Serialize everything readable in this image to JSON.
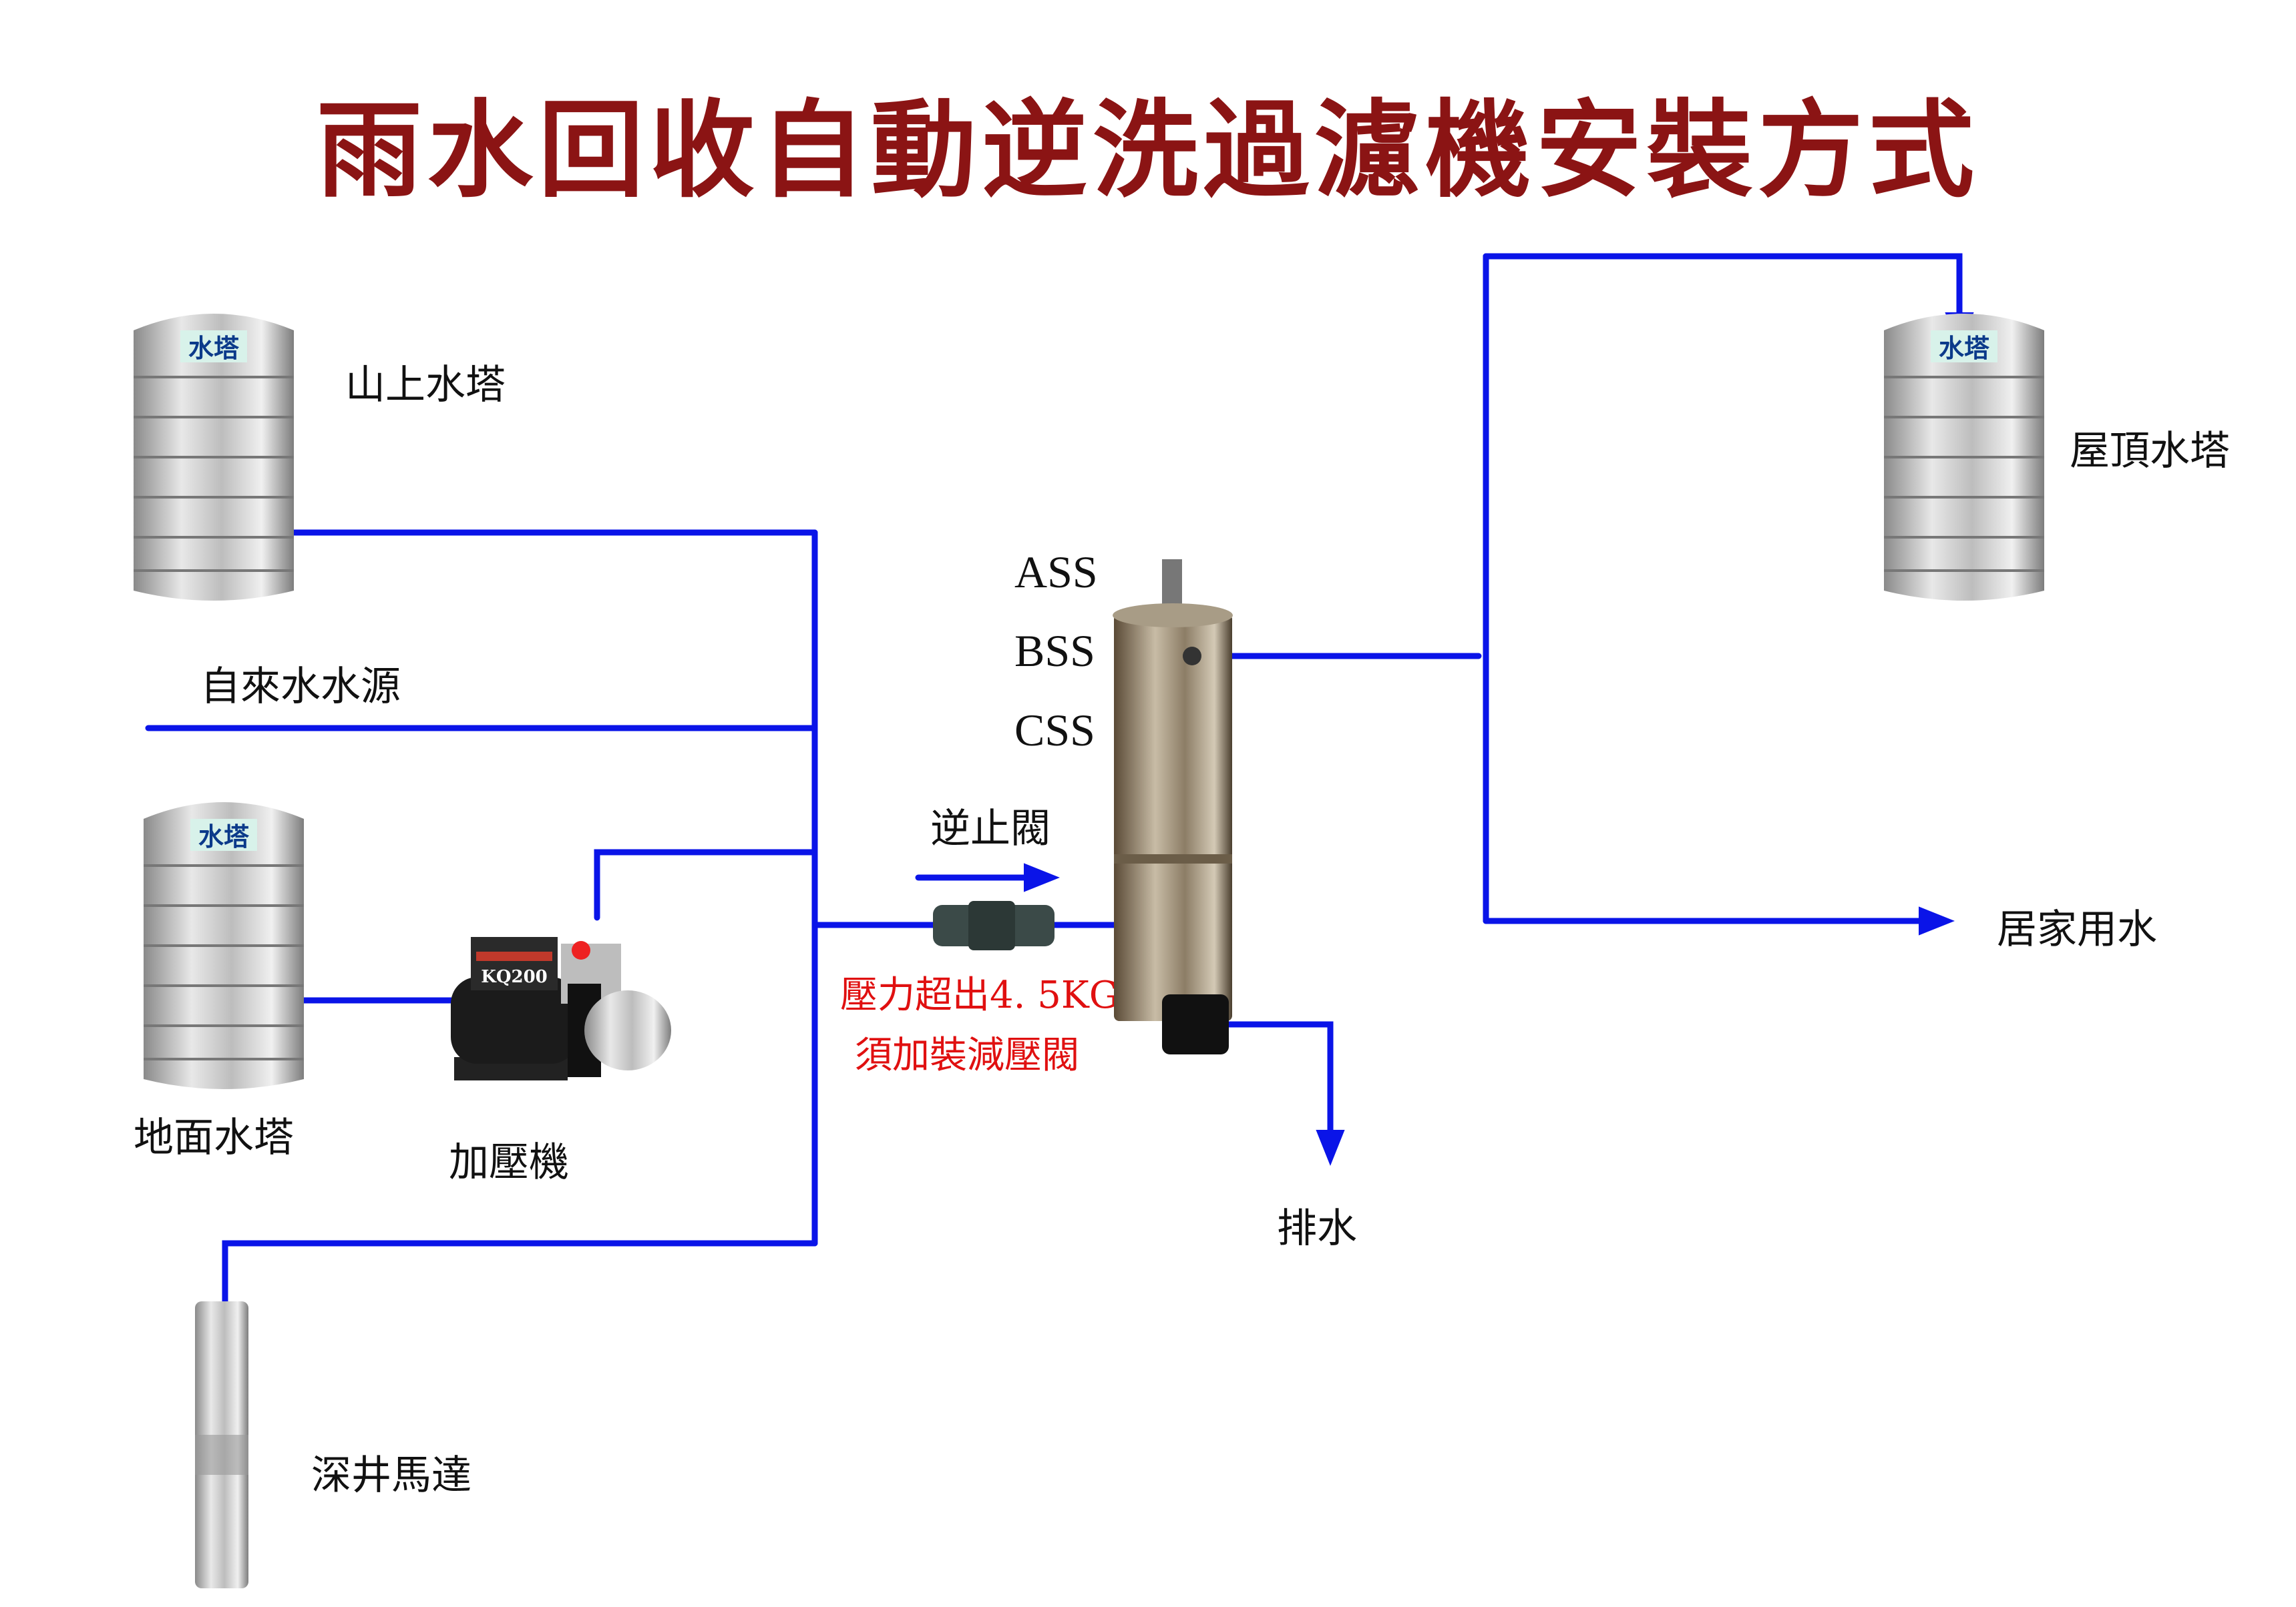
{
  "title": "雨水回收自動逆洗過濾機安裝方式",
  "colors": {
    "title": "#8b1414",
    "pipe": "#0a14e8",
    "warning": "#e01010"
  },
  "tank_badge": "水塔",
  "labels": {
    "mountain_tank": "山上水塔",
    "tap_water": "自來水水源",
    "ground_tank": "地面水塔",
    "booster_pump": "加壓機",
    "deep_well_pump": "深井馬達",
    "check_valve": "逆止閥",
    "drain": "排水",
    "roof_tank": "屋頂水塔",
    "household_water": "居家用水",
    "pump_model": "KQ200"
  },
  "models": [
    "ASS",
    "BSS",
    "CSS"
  ],
  "warning": [
    "壓力超出4. 5KG",
    "須加裝減壓閥"
  ]
}
